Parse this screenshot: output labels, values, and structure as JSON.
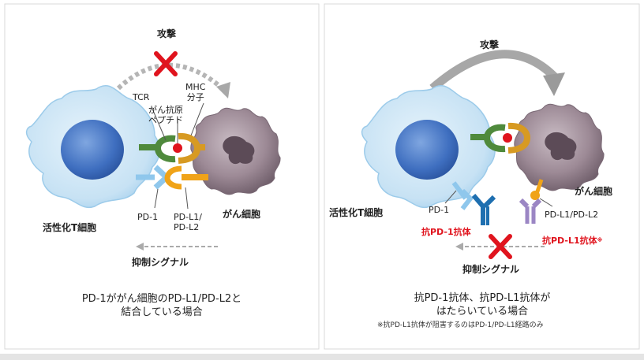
{
  "colors": {
    "tcell_body": "#cfe6f6",
    "tcell_nucleus": "#3f6fc0",
    "cancer_cell": "#9d8a96",
    "tcr": "#4f8a3c",
    "mhc": "#d79a22",
    "peptide": "#e0141e",
    "pd1": "#8fc7ec",
    "pdl": "#f0a318",
    "anti_pd1": "#1e6fb0",
    "anti_pdl1": "#9b86c4",
    "arrow": "#9a9a9a",
    "cross": "#e0141e"
  },
  "left": {
    "attack": "攻撃",
    "tcr": "TCR",
    "mhc": [
      "MHC",
      "分子"
    ],
    "antigen": [
      "がん抗原",
      "ペプチド"
    ],
    "pd1": "PD-1",
    "pdl": [
      "PD-L1/",
      "PD-L2"
    ],
    "tcell": "活性化T細胞",
    "cancer": "がん細胞",
    "signal": "抑制シグナル",
    "caption": [
      "PD-1ががん細胞のPD-L1/PD-L2と",
      "結合している場合"
    ]
  },
  "right": {
    "attack": "攻撃",
    "pd1": "PD-1",
    "pdl": "PD-L1/PD-L2",
    "tcell": "活性化T細胞",
    "cancer": "がん細胞",
    "anti_pd1": "抗PD-1抗体",
    "anti_pdl1": "抗PD-L1抗体",
    "mark": "※",
    "signal": "抑制シグナル",
    "caption": [
      "抗PD-1抗体、抗PD-L1抗体が",
      "はたらいている場合"
    ],
    "note": "※抗PD-L1抗体が阻害するのはPD-1/PD-L1経路のみ"
  }
}
